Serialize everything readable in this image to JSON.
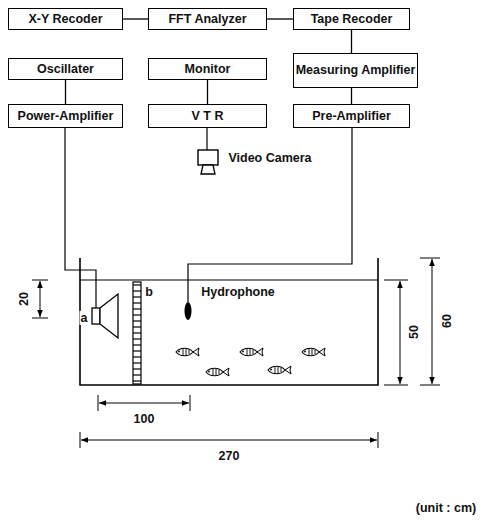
{
  "diagram": {
    "nodes": [
      {
        "text": [
          "X-Y Recoder"
        ]
      },
      {
        "text": [
          "FFT Analyzer"
        ]
      },
      {
        "text": [
          "Tape Recoder"
        ]
      },
      {
        "text": [
          "Oscillater"
        ]
      },
      {
        "text": [
          "Monitor"
        ]
      },
      {
        "text": [
          "Measuring Amplifier"
        ]
      },
      {
        "text": [
          "Power-Amplifier"
        ]
      },
      {
        "text": [
          "V T R"
        ]
      },
      {
        "text": [
          "Pre-Amplifier"
        ]
      }
    ],
    "edges": [
      {
        "from": 0,
        "to": 1,
        "arrow": "none"
      },
      {
        "from": 1,
        "to": 2,
        "arrow": "none"
      },
      {
        "from": 3,
        "to": 6,
        "arrow": "none"
      },
      {
        "from": 4,
        "to": 7,
        "arrow": "none"
      },
      {
        "from": 2,
        "to": 5,
        "arrow": "none"
      },
      {
        "from": 5,
        "to": 8,
        "arrow": "none"
      }
    ],
    "labels": [
      "a",
      "b",
      "Hydrophone",
      "Video Camera",
      "20",
      "50",
      "60",
      "100",
      "270",
      "(unit : cm)"
    ]
  }
}
